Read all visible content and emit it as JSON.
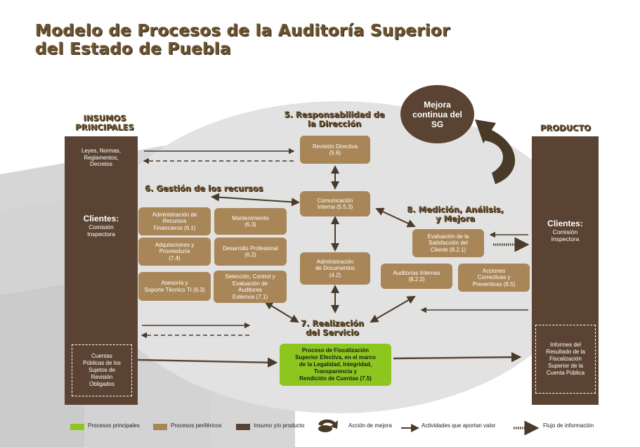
{
  "title": {
    "line1": "Modelo de Procesos de la Auditoría Superior",
    "line2": "del Estado de Puebla"
  },
  "insumos": {
    "header_line1": "INSUMOS",
    "header_line2": "PRINCIPALES",
    "laws": [
      "Leyes, Normas,",
      "Reglamentos,",
      "Decretos"
    ],
    "clients_title": "Clientes:",
    "clients_sub": [
      "Comisión",
      "Inspectora"
    ],
    "accounts": [
      "Cuentas",
      "Públicas de los",
      "Sujetos de",
      "Revisión",
      "Obligados"
    ]
  },
  "producto": {
    "header": "PRODUCTO",
    "clients_title": "Clientes:",
    "clients_sub": [
      "Comisión",
      "Inspectora"
    ],
    "reports": [
      "Informes del",
      "Resultado de la",
      "Fiscalización",
      "Superior de la",
      "Cuenta Pública"
    ]
  },
  "mejora": [
    "Mejora",
    "continua del",
    "SG"
  ],
  "sections": {
    "resp": [
      "5. Responsabilidad de",
      "la Dirección"
    ],
    "recursos": "6. Gestión de los recursos",
    "medicion": [
      "8. Medición, Análisis,",
      "y Mejora"
    ],
    "realizacion": [
      "7. Realización",
      "del Servicio"
    ]
  },
  "boxes": {
    "revision": [
      "Revisión  Directiva",
      "(5.6)"
    ],
    "comunicacion": [
      "Comunicación",
      "Interna (5.5.3)"
    ],
    "documentos": [
      "Administración",
      "de Documentos",
      "(4.2)"
    ],
    "financieros": [
      "Administración de",
      "Recursos",
      "Financieros  (6.1)"
    ],
    "mantenimiento": [
      "Mantenimiento",
      "(6.3)"
    ],
    "adquisiciones": [
      "Adquisiciones y",
      "Proveeduría",
      "(7.4)"
    ],
    "desarrollo": [
      "Desarrollo Profesional",
      "(6.2)"
    ],
    "asesoria": [
      "Asesoría y",
      "Soporte Técnico TI (6.3)"
    ],
    "seleccion": [
      "Selección, Control  y",
      "Evaluación de",
      "Auditores",
      "Externos (7.1)"
    ],
    "satisfaccion": [
      "Evaluación de la",
      "Satisfacción del",
      "Cliente (8.2.1)"
    ],
    "auditorias": [
      "Auditorías Internas",
      "(8.2.2)"
    ],
    "acciones": [
      "Acciones",
      "Correctivas y",
      "Preventivas (8.5)"
    ],
    "fiscalizacion": [
      "Proceso de Fiscalización",
      "Superior Efectiva, en el marco",
      "de la Legalidad, Integridad,",
      "Transparencia y",
      "Rendición de Cuentas  (7.5)"
    ]
  },
  "legend": {
    "principales": "Procesos principales",
    "perifericos": "Procesos periféricos",
    "insumo": "Insumo y/o producto",
    "accion": "Acción de mejora",
    "actividades": "Actividades que aportan valor",
    "flujo": "Flujo de información"
  },
  "colors": {
    "dark_brown": "#5a4332",
    "light_brown": "#a88658",
    "green": "#8cc61e",
    "ellipse": "#e1e1e1"
  }
}
